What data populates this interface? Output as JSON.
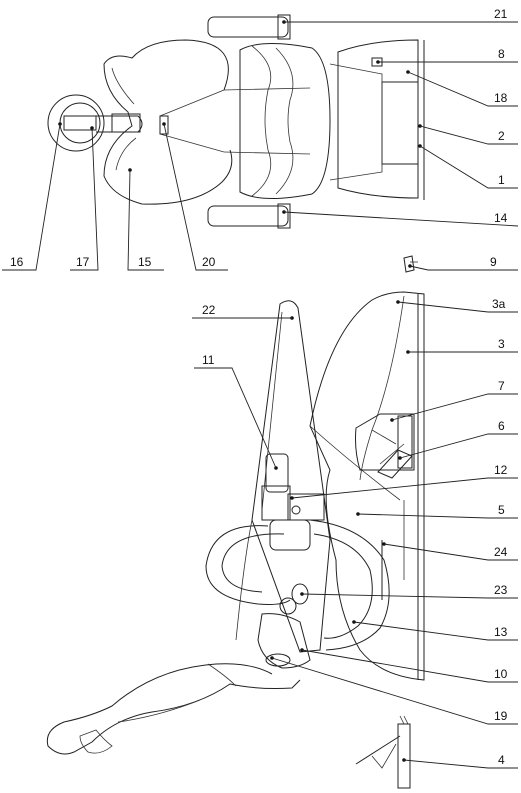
{
  "labels": {
    "l21": "21",
    "l8": "8",
    "l18": "18",
    "l2": "2",
    "l1": "1",
    "l14": "14",
    "l16": "16",
    "l17": "17",
    "l15": "15",
    "l20": "20",
    "l9": "9",
    "l22": "22",
    "l3a": "3a",
    "l3": "3",
    "l11": "11",
    "l7": "7",
    "l6": "6",
    "l12": "12",
    "l5": "5",
    "l24": "24",
    "l23": "23",
    "l13": "13",
    "l10": "10",
    "l19": "19",
    "l4": "4"
  }
}
